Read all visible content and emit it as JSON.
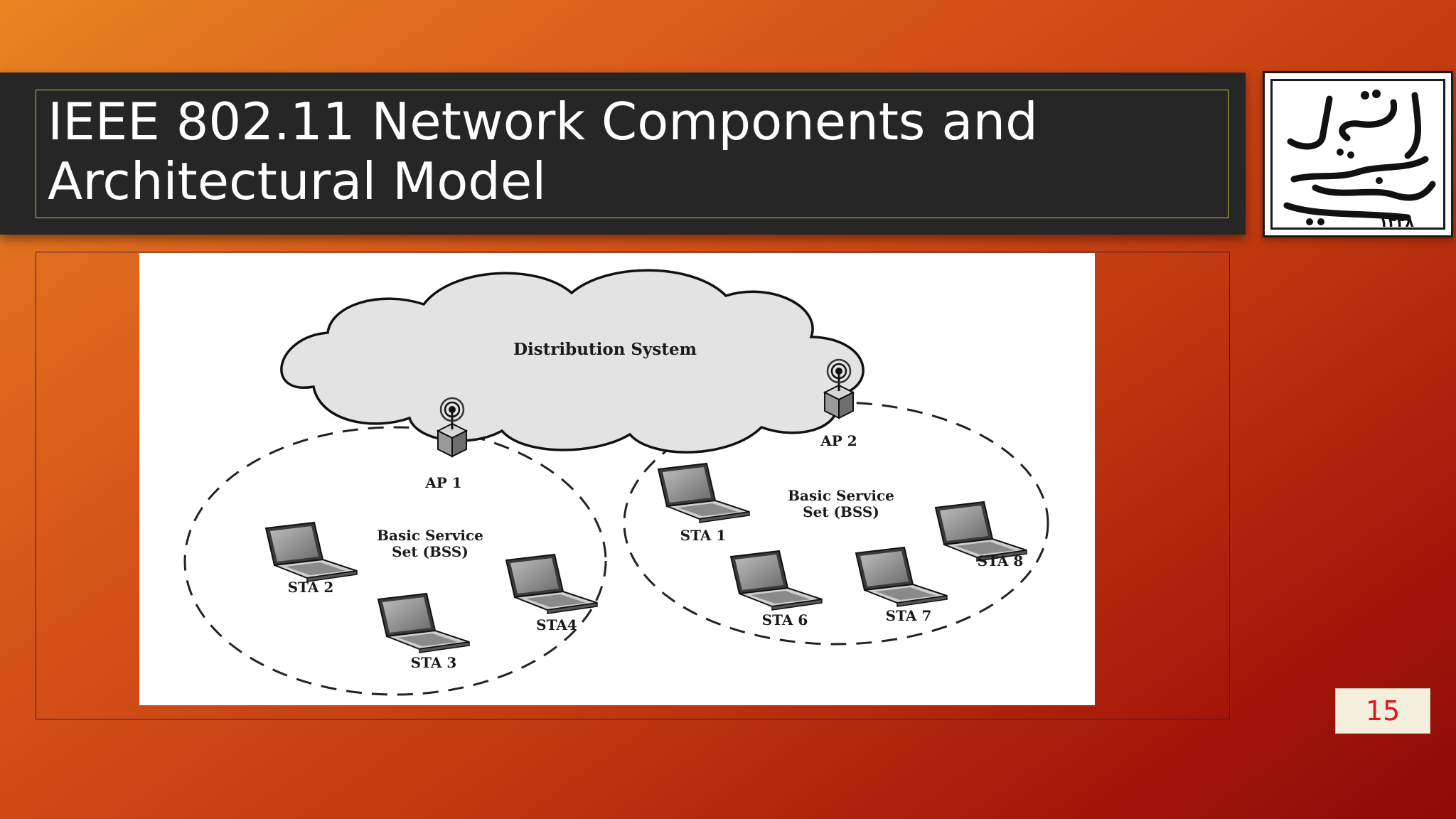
{
  "slide": {
    "title_line1": "IEEE 802.11 Network Components and",
    "title_line2": "Architectural Model",
    "page_number": "15"
  },
  "logo": {
    "text": "دانشگاه شهید بهشتی ۱۳۳۸"
  },
  "diagram": {
    "cloud_label": "Distribution System",
    "access_points": [
      {
        "label": "AP 1"
      },
      {
        "label": "AP 2"
      }
    ],
    "bss": [
      {
        "label_line1": "Basic Service",
        "label_line2": "Set (BSS)"
      },
      {
        "label_line1": "Basic Service",
        "label_line2": "Set (BSS)"
      }
    ],
    "stations": [
      {
        "label": "STA 1"
      },
      {
        "label": "STA 2"
      },
      {
        "label": "STA 3"
      },
      {
        "label": "STA4"
      },
      {
        "label": "STA 6"
      },
      {
        "label": "STA 7"
      },
      {
        "label": "STA 8"
      }
    ]
  },
  "colors": {
    "title_bar": "#262626",
    "title_border": "#c8c43a",
    "page_number_text": "#e0141b",
    "page_number_bg": "#f4eedc"
  }
}
